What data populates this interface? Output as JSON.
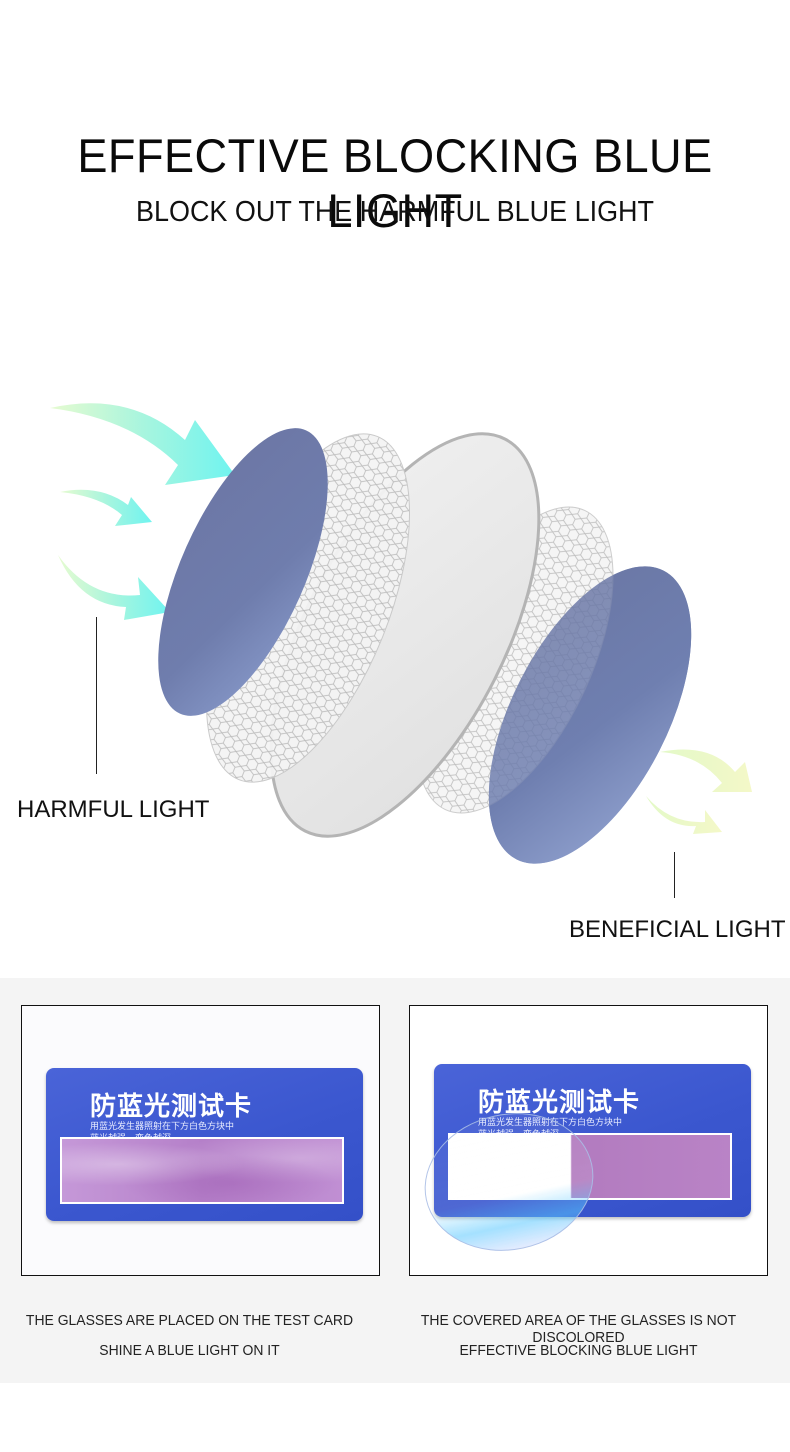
{
  "header": {
    "title": "EFFECTIVE BLOCKING BLUE LIGHT",
    "subtitle": "BLOCK OUT THE HARMFUL BLUE LIGHT"
  },
  "illustration": {
    "layers": [
      "blue-filter-front",
      "hex-mesh-layer",
      "clear-lens-core",
      "hex-mesh-layer",
      "blue-filter-back"
    ],
    "incoming_arrows_color": "#7ef7ef",
    "outgoing_arrows_color": "#eef7c0",
    "filter_color": "#6f7fab",
    "labels": {
      "harmful": "HARMFUL LIGHT",
      "beneficial": "BENEFICIAL LIGHT"
    }
  },
  "test": {
    "card_title": "防蓝光测试卡",
    "card_desc_line1": "用蓝光发生器照射在下方白色方块中",
    "card_desc_line2": "蓝光越强，变色越深",
    "card_color": "#3f5ad2",
    "strip_color": "#be8ed2",
    "left": {
      "caption_line1": "THE GLASSES ARE PLACED ON THE TEST CARD",
      "caption_line2": "SHINE A BLUE LIGHT ON IT"
    },
    "right": {
      "caption_line1": "THE COVERED AREA OF THE GLASSES IS NOT DISCOLORED",
      "caption_line2": "EFFECTIVE BLOCKING BLUE LIGHT"
    }
  }
}
